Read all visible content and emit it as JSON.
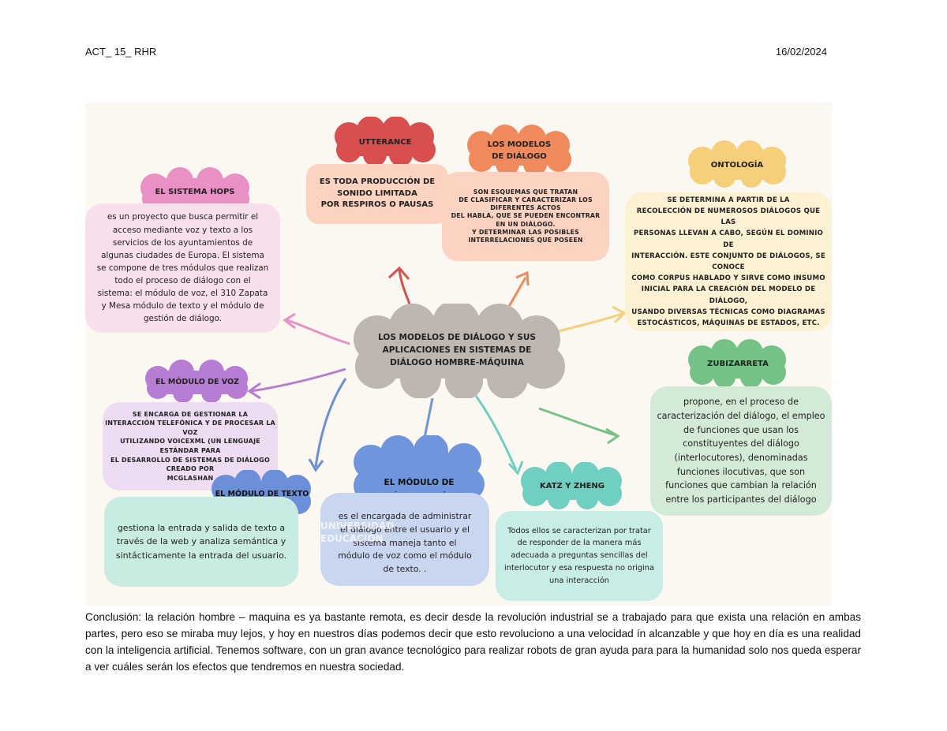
{
  "header": {
    "left": "ACT_ 15_ RHR",
    "right": "16/02/2024"
  },
  "map": {
    "center": "LOS MODELOS DE DIÁLOGO Y SUS APLICACIONES EN  SISTEMAS DE DIÁLOGO HOMBRE-MÁQUINA",
    "utterance": {
      "title": "UTTERANCE",
      "body": "ES TODA PRODUCCIÓN DE SONIDO LIMITADA\nPOR RESPIROS O PAUSAS"
    },
    "modelos": {
      "title": "LOS MODELOS\nDE DIÁLOGO",
      "body": "SON ESQUEMAS QUE TRATAN\nDE CLASIFICAR Y CARACTERIZAR LOS DIFERENTES ACTOS\nDEL HABLA, QUE SE PUEDEN ENCONTRAR EN UN DIÁLOGO.\nY DETERMINAR LAS POSIBLES INTERRELACIONES QUE POSEEN"
    },
    "ontologia": {
      "title": "ONTOLOGÍA",
      "body": "SE DETERMINA A PARTIR DE LA\nRECOLECCIÓN DE NUMEROSOS DIÁLOGOS QUE LAS\nPERSONAS LLEVAN A CABO, SEGÚN EL DOMINIO DE\nINTERACCIÓN. ESTE CONJUNTO DE DIÁLOGOS, SE CONOCE\nCOMO CORPUS HABLADO Y SIRVE COMO INSUMO\nINICIAL PARA LA CREACIÓN DEL MODELO DE DIÁLOGO,\nUSANDO DIVERSAS TÉCNICAS COMO DIAGRAMAS\nESTOCÁSTICOS, MÁQUINAS DE ESTADOS, ETC."
    },
    "hops": {
      "title": "EL SISTEMA HOPS",
      "body": "es un proyecto que busca permitir el acceso mediante voz y texto a los servicios de los ayuntamientos de algunas ciudades de Europa. El sistema se compone de tres módulos que realizan todo el proceso de diálogo con el sistema: el módulo de voz, el 310 Zapata y Mesa módulo de texto y el módulo de gestión de diálogo."
    },
    "voz": {
      "title": "EL MÓDULO DE VOZ",
      "body": "SE ENCARGA DE GESTIONAR LA\nINTERACCIÓN TELEFÓNICA Y DE PROCESAR LA VOZ\nUTILIZANDO VOICEXML (UN LENGUAJE ESTÁNDAR PARA\nEL DESARROLLO DE SISTEMAS DE DIÁLOGO CREADO POR\nMCGLASHAN"
    },
    "texto": {
      "title": "EL MÓDULO DE TEXTO",
      "body": "gestiona la entrada y salida de texto a través de la web y analiza semántica y sintácticamente la entrada del usuario."
    },
    "gestion": {
      "title": "EL MÓDULO DE\nGESTIÓN NDE DIÁLOGO",
      "body": "es el encargada de administrar el diálogo entre el usuario y el sistema maneja tanto el módulo de voz como el módulo de texto. ."
    },
    "katz": {
      "title": "KATZ  Y  ZHENG",
      "body": "Todos ellos se caracterizan por tratar de responder de la manera más adecuada a preguntas sencillas del interlocutor y esa respuesta no origina una interacción"
    },
    "zubizarreta": {
      "title": "ZUBIZARRETA",
      "body": "propone, en el proceso de caracterización del diálogo, el empleo de funciones que usan los constituyentes del diálogo (interlocutores), denominadas funciones ilocutivas, que son funciones que cambian la relación entre los participantes del diálogo"
    },
    "watermark": "UNIVERSIDAD\nEDUCACIÓN"
  },
  "conclusion": "Conclusión: la relación hombre – maquina es ya bastante remota, es decir desde la revolución industrial se a trabajado para que exista una relación en ambas partes, pero eso se miraba muy lejos, y hoy en nuestros días podemos decir que esto revoluciono a una velocidad ín alcanzable y que hoy en día es una realidad con la inteligencia artificial. Tenemos software,  con un gran avance tecnológico para realizar robots de gran ayuda para para la humanidad solo nos queda esperar a ver cuáles serán los efectos que tendremos en nuestra sociedad.",
  "colors": {
    "utterance": "#d94f4f",
    "modelos": "#f08a5d",
    "modelos_box": "#fbd3c0",
    "ontologia": "#f6cf7a",
    "hops": "#e991c4",
    "hops_box": "#f7dfec",
    "voz": "#b77cd3",
    "voz_box": "#eedcf3",
    "texto": "#6b8fd8",
    "texto_box": "#c8ece1",
    "gestion": "#6f96dc",
    "gestion_box": "#c9d6f0",
    "katz": "#6fcfc0",
    "katz_box": "#c7ede6",
    "zubizarreta": "#74c285",
    "zubizarreta_box": "#d3ebd6",
    "center": "#bdb6b1"
  }
}
